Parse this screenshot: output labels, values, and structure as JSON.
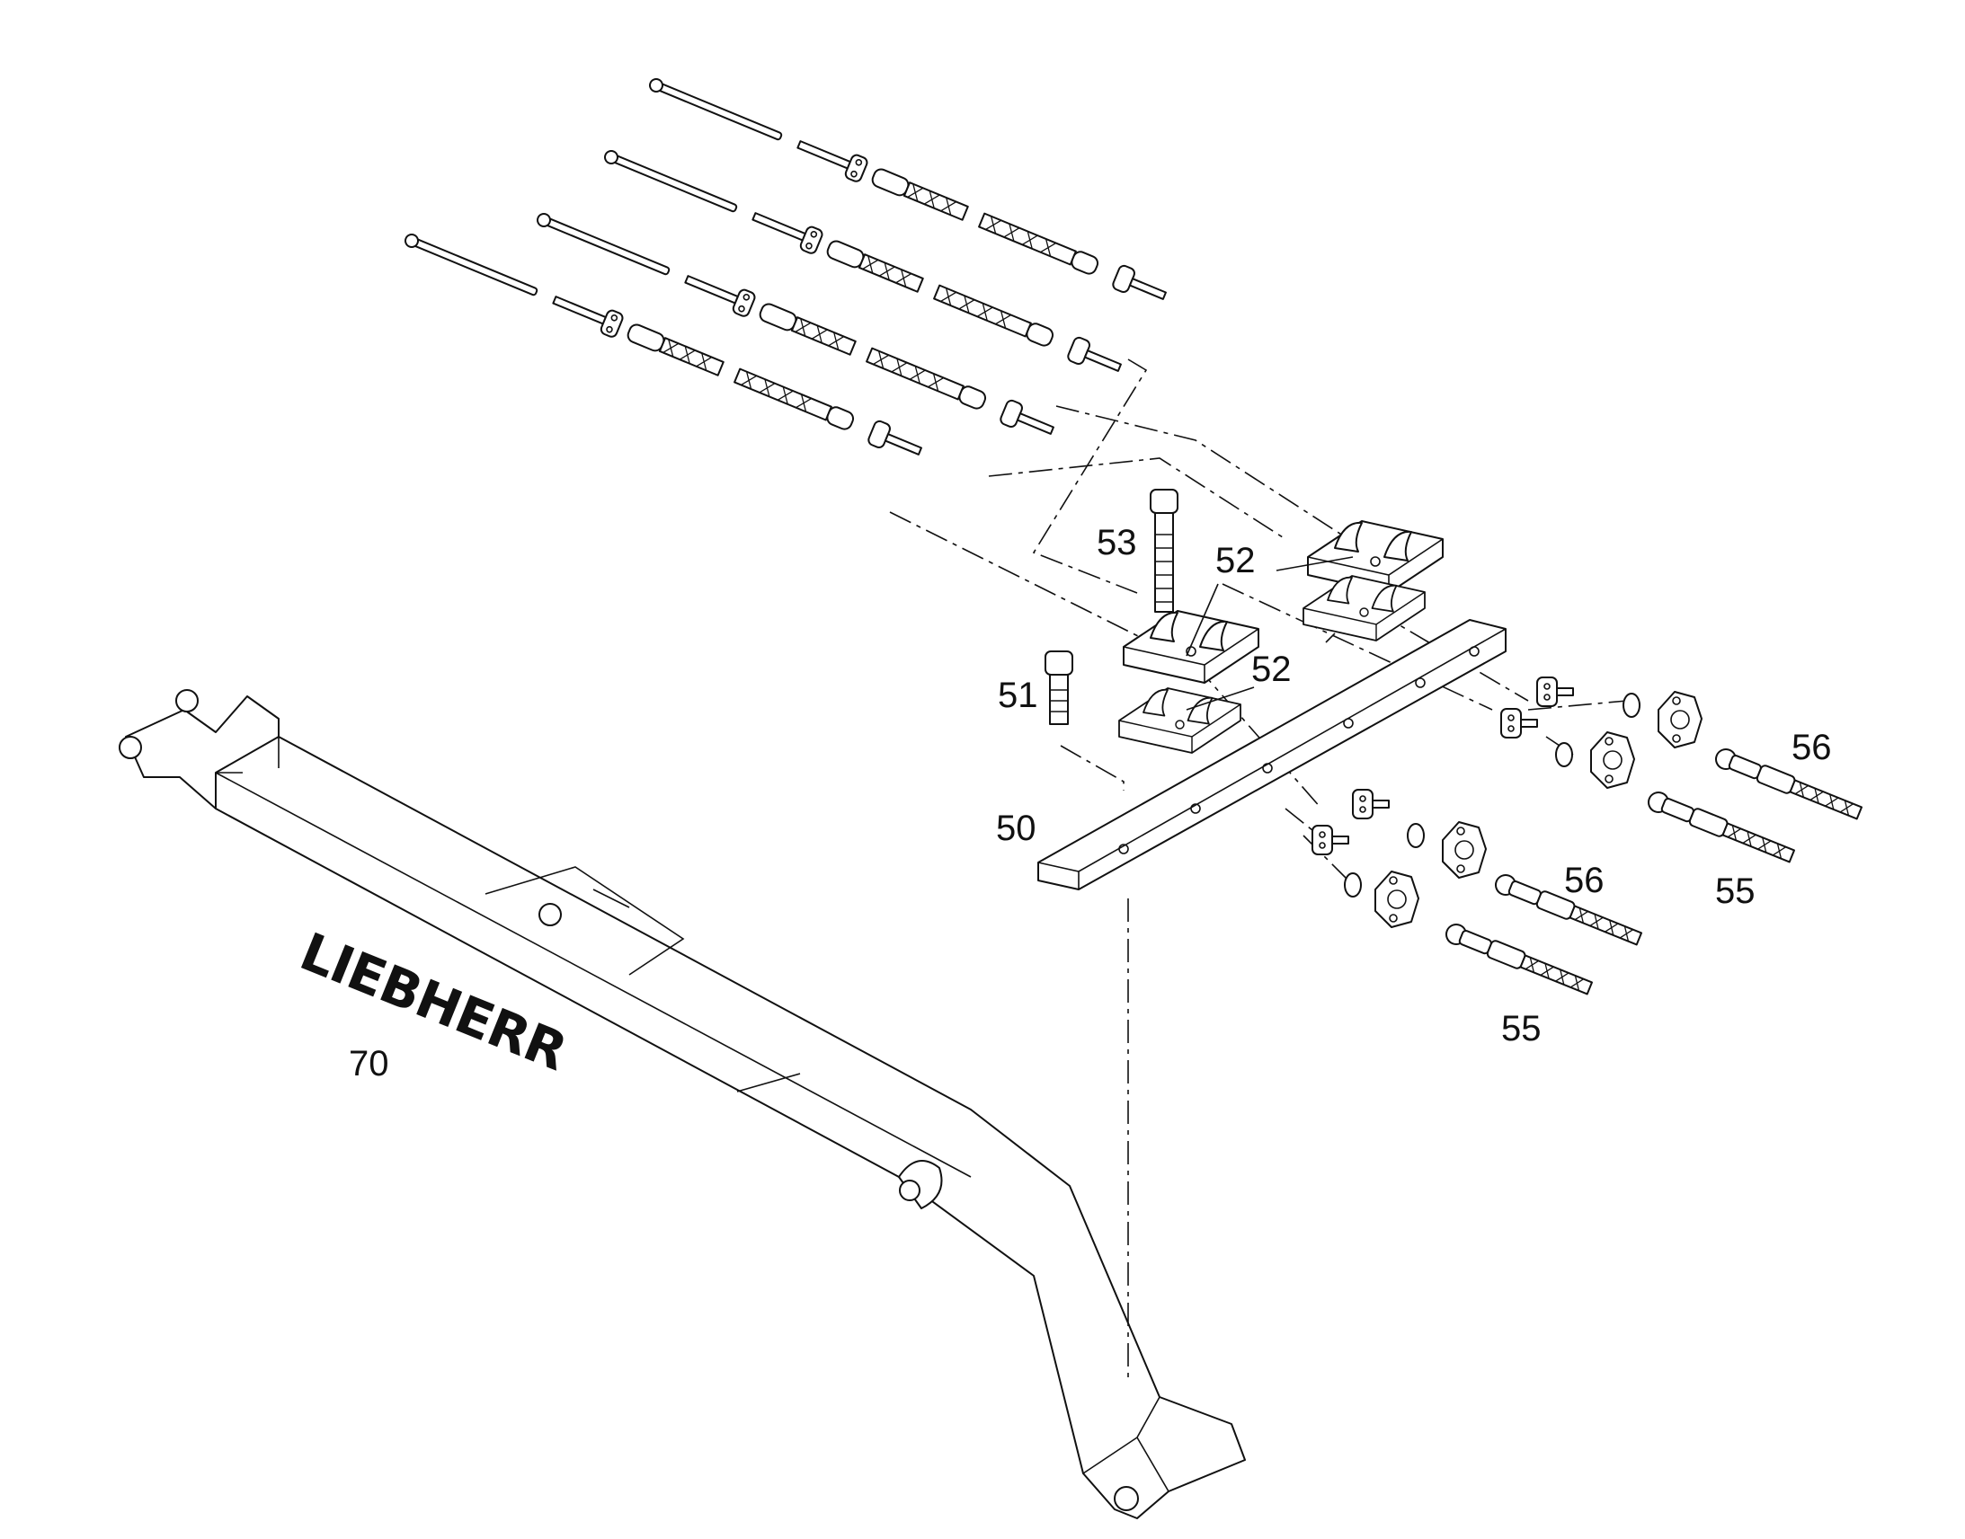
{
  "brand_logo": "LIEBHERR",
  "callouts": [
    {
      "id": "c50",
      "label": "50"
    },
    {
      "id": "c51",
      "label": "51"
    },
    {
      "id": "c52a",
      "label": "52"
    },
    {
      "id": "c52b",
      "label": "52"
    },
    {
      "id": "c53",
      "label": "53"
    },
    {
      "id": "c55a",
      "label": "55"
    },
    {
      "id": "c55b",
      "label": "55"
    },
    {
      "id": "c56a",
      "label": "56"
    },
    {
      "id": "c56b",
      "label": "56"
    },
    {
      "id": "c70",
      "label": "70"
    }
  ]
}
